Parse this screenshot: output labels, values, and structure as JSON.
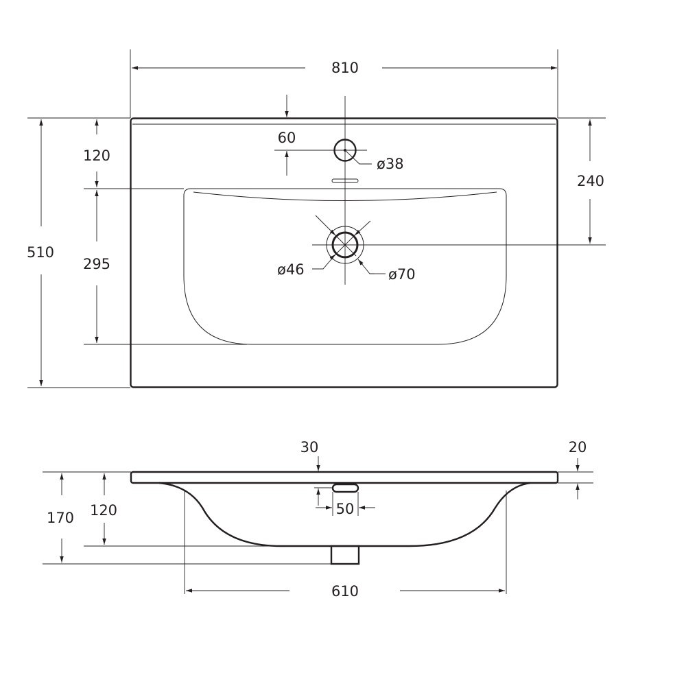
{
  "top_view": {
    "width_label": "810",
    "depth_label": "510",
    "rim_to_bowl_label": "120",
    "bowl_depth_label": "295",
    "edge_to_drain_label": "240",
    "edge_to_tap_hole_label": "60",
    "tap_hole_diameter_label": "ø38",
    "drain_inner_diameter_label": "ø46",
    "drain_outer_diameter_label": "ø70"
  },
  "side_view": {
    "overall_height_label": "170",
    "bowl_height_label": "120",
    "bowl_width_label": "610",
    "slab_thickness_label": "20",
    "overflow_offset_label": "30",
    "overflow_width_label": "50"
  },
  "colors": {
    "line": "#231f20",
    "background": "#ffffff"
  }
}
